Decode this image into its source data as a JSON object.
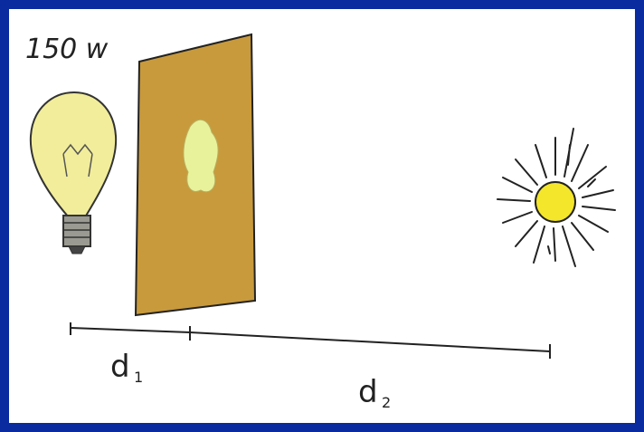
{
  "diagram": {
    "power_label": "150 w",
    "distance_1_label": "d",
    "distance_1_sub": "1",
    "distance_2_label": "d",
    "distance_2_sub": "2"
  },
  "colors": {
    "border": "#0a2aa0",
    "paper": "#c89a3c",
    "spot": "#e8f29a",
    "bulb_glass": "#f2ed9a",
    "sun": "#f4e62a"
  },
  "icons": [
    "light-bulb-icon",
    "sun-icon"
  ]
}
